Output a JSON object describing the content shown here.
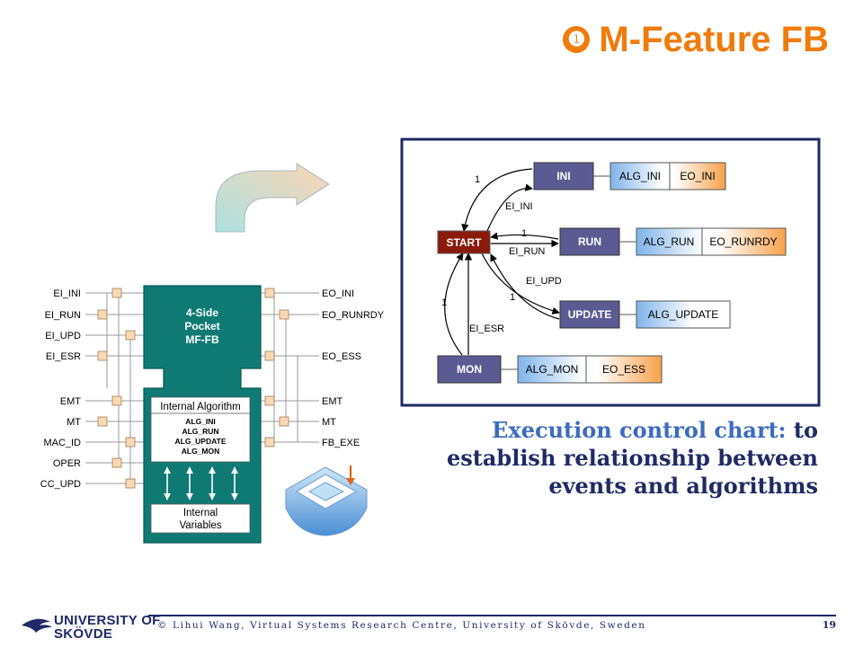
{
  "title": {
    "bullet": "❶",
    "text": "M-Feature FB"
  },
  "fb": {
    "event_inputs": [
      "EI_INI",
      "EI_RUN",
      "EI_UPD",
      "EI_ESR"
    ],
    "data_inputs": [
      "EMT",
      "MT",
      "MAC_ID",
      "OPER",
      "CC_UPD"
    ],
    "event_outputs": [
      "EO_INI",
      "EO_RUNRDY",
      "EO_ESS"
    ],
    "data_outputs": [
      "EMT",
      "MT",
      "FB_EXE"
    ],
    "head_label": [
      "4-Side",
      "Pocket",
      "MF-FB"
    ],
    "internal_algorithm_title": "Internal Algorithm",
    "algorithms": [
      "ALG_INI",
      "ALG_RUN",
      "ALG_UPDATE",
      "ALG_MON"
    ],
    "internal_variables": [
      "Internal",
      "Variables"
    ]
  },
  "ecc": {
    "states": {
      "start": "START",
      "ini": "INI",
      "run": "RUN",
      "update": "UPDATE",
      "mon": "MON"
    },
    "actions": {
      "ini": [
        "ALG_INI",
        "EO_INI"
      ],
      "run": [
        "ALG_RUN",
        "EO_RUNRDY"
      ],
      "update": [
        "ALG_UPDATE"
      ],
      "mon": [
        "ALG_MON",
        "EO_ESS"
      ]
    },
    "transitions": {
      "ini_return": "1",
      "ini_event": "EI_INI",
      "run_return": "1",
      "run_event": "EI_RUN",
      "upd_event": "EI_UPD",
      "upd_return": "1",
      "mon_return": "1",
      "mon_event": "EI_ESR"
    }
  },
  "caption": {
    "highlight": "Execution control chart:",
    "rest": " to establish relationship between events and algorithms"
  },
  "footer": {
    "text": "© Lihui Wang, Virtual Systems Research Centre, University of Skövde, Sweden",
    "page_number": "19",
    "logo_line1": "UNIVERSITY OF",
    "logo_line2": "SKÖVDE"
  },
  "colors": {
    "title": "#f07c0c",
    "fb_body": "#0f7a74",
    "state_fill": "#5b5b93",
    "start_fill": "#8b1a0b",
    "navy": "#1f2a66"
  }
}
